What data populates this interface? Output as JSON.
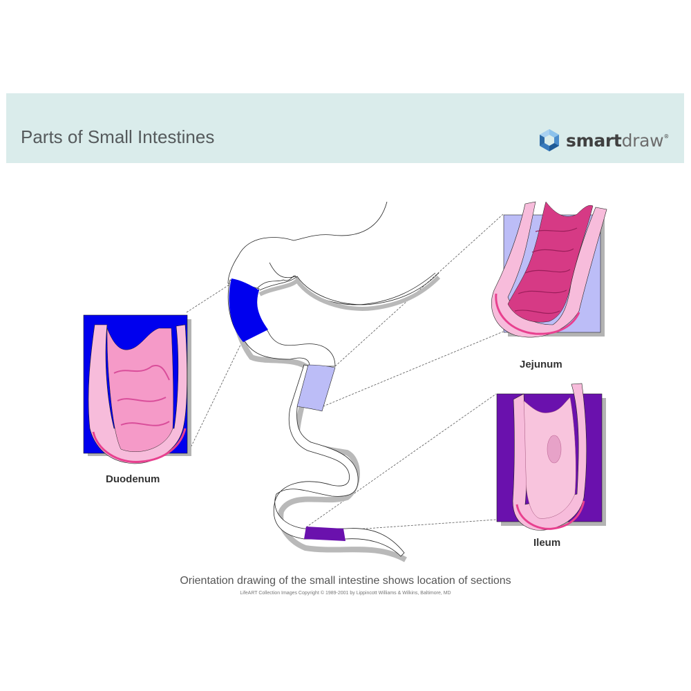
{
  "header": {
    "title": "Parts of Small Intestines",
    "background_color": "#daeceb",
    "logo": {
      "icon": "smartdraw-diamond-icon",
      "text_bold": "smart",
      "text_light": "draw",
      "trademark": "®"
    }
  },
  "diagram": {
    "sections": [
      {
        "name": "Duodenum",
        "color": "#0000ee",
        "label": "Duodenum"
      },
      {
        "name": "Jejunum",
        "color": "#bcbdf7",
        "label": "Jejunum"
      },
      {
        "name": "Ileum",
        "color": "#6a11ad",
        "label": "Ileum"
      }
    ]
  },
  "footer": {
    "caption": "Orientation drawing of the small intestine shows location of sections",
    "copyright": "LifeART Collection Images Copyright © 1989-2001 by Lippincott Williams & Wilkins, Baltimore, MD"
  }
}
